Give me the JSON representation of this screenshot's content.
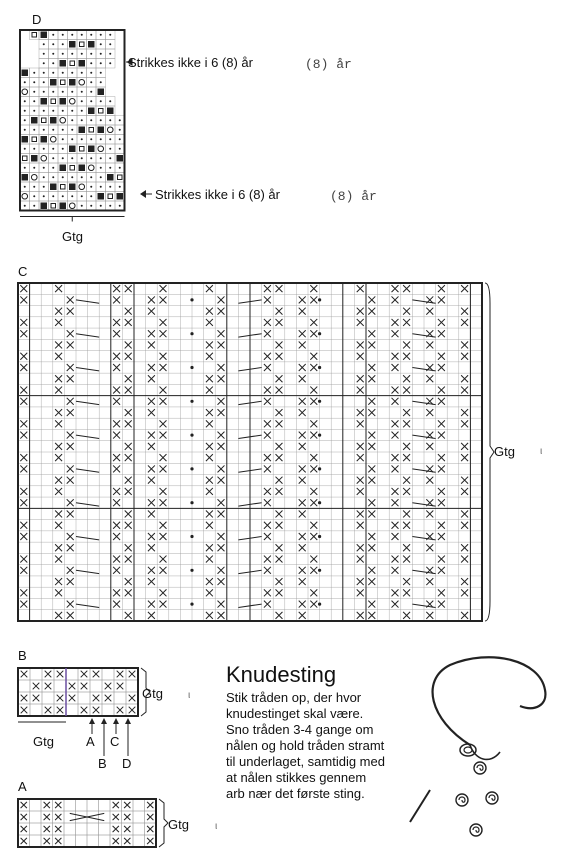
{
  "labels": {
    "d": "D",
    "c": "C",
    "b": "B",
    "a": "A",
    "gtg": "Gtg",
    "note": "Strikkes ikke i 6 (8) år",
    "note_suffix": "(8) år",
    "arrow_a": "A",
    "arrow_b": "B",
    "arrow_c": "C",
    "arrow_d": "D",
    "mark": "ι"
  },
  "knudesting": {
    "title": "Knudesting",
    "lines": [
      "Stik tråden op, der hvor",
      "knudestinget skal være.",
      "Sno tråden 3-4 gange om",
      "nålen og hold tråden stramt",
      "til underlaget, samtidig med",
      "at nålen stikkes gennem",
      "arb nær det første sting."
    ]
  },
  "colors": {
    "line": "#222222",
    "grid": "#999999",
    "accent": "#6b4fa0"
  }
}
